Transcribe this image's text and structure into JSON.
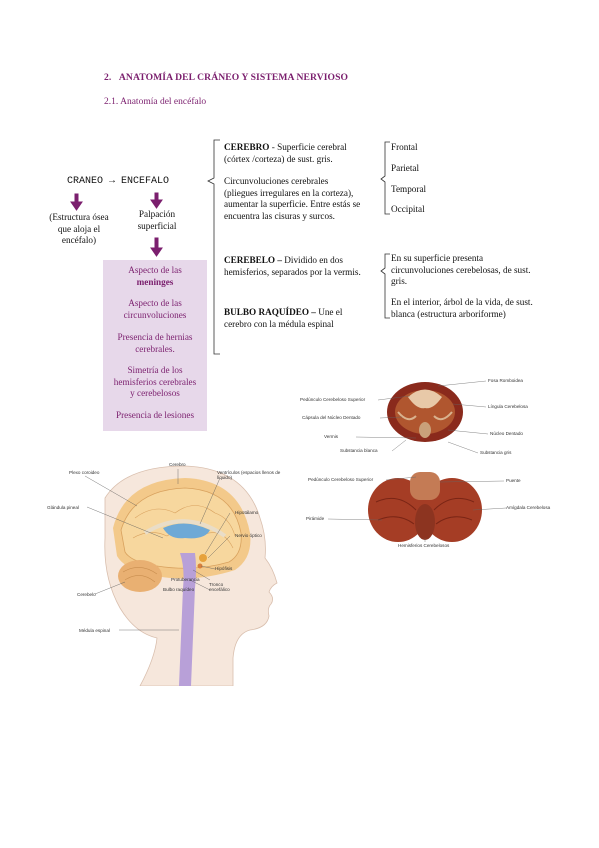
{
  "heading": "2.   ANATOMÍA DEL CRÁNEO Y SISTEMA NERVIOSO",
  "subheading": "2.1. Anatomía del encéfalo",
  "craneo_encefalo": "CRANEO → ENCEFALO",
  "craneo_note": [
    "(Estructura ósea",
    "que aloja el",
    "encéfalo)"
  ],
  "encefalo_note": [
    "Palpación",
    "superficial"
  ],
  "palpation_items": [
    {
      "pre": "Aspecto de las",
      "bold": "meninges"
    },
    {
      "pre": "Aspecto de las",
      "line2": "circunvoluciones"
    },
    {
      "pre": "Presencia de hernias",
      "line2": "cerebrales."
    },
    {
      "pre": "Simetría de los",
      "line2": "hemisferios cerebrales",
      "line3": "y cerebelosos"
    },
    {
      "pre": "Presencia de lesiones"
    }
  ],
  "cerebro": {
    "title": "CEREBRO",
    "desc1": " - Superficie cerebral",
    "desc2": "(córtex /corteza) de sust. gris.",
    "circ": [
      "Circunvoluciones cerebrales",
      "(pliegues irregulares en la corteza),",
      "aumentar la superficie. Entre estás se",
      "encuentra las cisuras y surcos."
    ],
    "lobes": [
      "Frontal",
      "Parietal",
      "Temporal",
      "Occipital"
    ]
  },
  "cerebelo": {
    "title": "CEREBELO –",
    "desc": [
      " Dividido en dos",
      "hemisferios, separados por la vermis."
    ],
    "notes": [
      [
        "En su superficie presenta",
        "circunvoluciones cerebelosas, de sust.",
        "gris."
      ],
      [
        "En el interior, árbol de la vida, de sust.",
        "blanca (estructura arboriforme)"
      ]
    ]
  },
  "bulbo": {
    "title": "BULBO RAQUÍDEO –",
    "desc": [
      " Une el",
      "cerebro con la médula espinal"
    ]
  },
  "cerebellum_labels": {
    "top": [
      "Fosa Romboidea",
      "Pedúnculo Cerebeloso Superior",
      "Língula Cerebelosa",
      "Cápsula del Núcleo Dentado",
      "Núcleo Dentado",
      "Vermis",
      "Substancia blanca",
      "Substancia gris"
    ],
    "bottom": [
      "Pedúnculo Cerebeloso Superior",
      "Puente",
      "Amígdala Cerebelosa",
      "Pirámide",
      "Hemisferios Cerebelosos"
    ]
  },
  "brain_labels": [
    "Plexo coroideo",
    "Cerebro",
    "Ventrículos (espacios llenos de líquido)",
    "Glándula pineal",
    "Hipotálamo",
    "Nervio óptico",
    "Hipófisis",
    "Protuberancia",
    "Bulbo raquídeo",
    "Tronco encefálico",
    "Cerebelo",
    "Médula espinal"
  ],
  "colors": {
    "accent": "#7b1f6e",
    "box": "#e7d8ea"
  }
}
